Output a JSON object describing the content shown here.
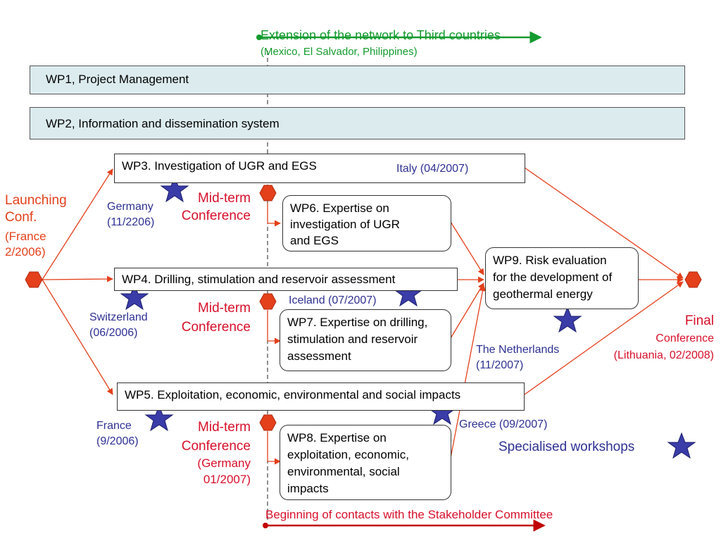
{
  "extension": {
    "main": "Extension of the network to Third countries",
    "detail": "(Mexico, El Salvador, Philippines)"
  },
  "wp1": "WP1, Project Management",
  "wp2": "WP2, Information and dissemination system",
  "wp3": "WP3. Investigation of UGR and EGS",
  "wp4": "WP4. Drilling, stimulation and reservoir assessment",
  "wp5": "WP5. Exploitation, economic, environmental and social impacts",
  "wp6": "WP6. Expertise on\ninvestigation of UGR\nand EGS",
  "wp7": "WP7. Expertise on drilling,\n stimulation and reservoir\nassessment",
  "wp8": "WP8. Expertise on\nexploitation, economic,\nenvironmental, social\nimpacts",
  "wp9": "WP9. Risk evaluation\nfor the development of\ngeothermal energy",
  "launching": {
    "title": "Launching\nConf.",
    "detail": "(France\n2/2006)"
  },
  "midterm1": "Mid-term\nConference",
  "midterm2": "Mid-term\nConference",
  "midterm3": {
    "title": "Mid-term\nConference",
    "detail": "(Germany\n01/2007)"
  },
  "final": {
    "title": "Final",
    "sub": "Conference",
    "detail": "(Lithuania, 02/2008)"
  },
  "workshops": {
    "italy": "Italy (04/2007)",
    "germany": "Germany\n(11/2206)",
    "iceland": "Iceland (07/2007)",
    "switzerland": "Switzerland\n(06/2006)",
    "netherlands": "The Netherlands\n(11/2007)",
    "greece": "Greece (09/2007)",
    "france": "France\n(9/2006)"
  },
  "legend": "Specialised workshops",
  "stakeholder": "Beginning of contacts with the Stakeholder Committee",
  "colors": {
    "orange": "#e3401b",
    "navy": "#2e3192",
    "green": "#139a2e",
    "red": "#c00000",
    "bar": "#dcebee"
  }
}
